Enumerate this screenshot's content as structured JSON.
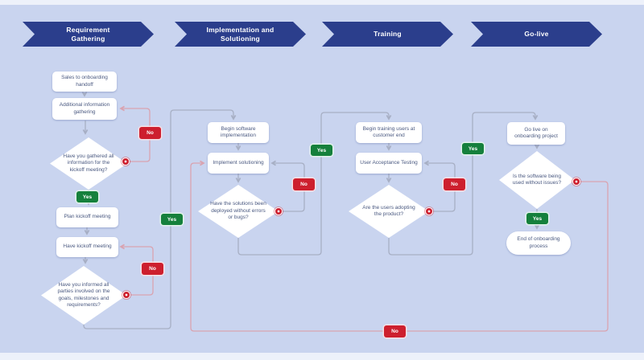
{
  "theme": {
    "bg": "#c9d4ef",
    "edge_strip": "#edf1fa",
    "banner": "#2b3e8c",
    "banner_text": "#ffffff",
    "node_bg": "#ffffff",
    "node_text": "#4a5980",
    "yes_green": "#15803c",
    "no_red": "#cd1f2e",
    "line_gray": "#a7afc4",
    "line_pink": "#d9a3b0"
  },
  "phases": [
    {
      "label": "Requirement Gathering"
    },
    {
      "label": "Implementation and Solutioning"
    },
    {
      "label": "Training"
    },
    {
      "label": "Go-live"
    }
  ],
  "nodes": {
    "sales_handoff": {
      "type": "process",
      "label": "Sales to onboarding handoff"
    },
    "additional_info": {
      "type": "process",
      "label": "Additional information gathering"
    },
    "gathered_info": {
      "type": "decision",
      "label": "Have you gathered all information for the kickoff meeting?"
    },
    "plan_kickoff": {
      "type": "process",
      "label": "Plan kickoff meeting"
    },
    "have_kickoff": {
      "type": "process",
      "label": "Have kickoff meeting"
    },
    "informed_parties": {
      "type": "decision",
      "label": "Have you informed all parties involved on the goals, milestones and requirements?"
    },
    "begin_implementation": {
      "type": "process",
      "label": "Begin software implementation"
    },
    "implement_solutioning": {
      "type": "process",
      "label": "Implement solutioning"
    },
    "solutions_deployed": {
      "type": "decision",
      "label": "Have the solutions been deployed without errors or bugs?"
    },
    "begin_training": {
      "type": "process",
      "label": "Begin training users at customer end"
    },
    "uat": {
      "type": "process",
      "label": "User Acceptance Testing"
    },
    "users_adopting": {
      "type": "decision",
      "label": "Are the users adopting the product?"
    },
    "go_live": {
      "type": "process",
      "label": "Go live on onboarding project"
    },
    "software_no_issues": {
      "type": "decision",
      "label": "Is the software being used without issues?"
    },
    "end_process": {
      "type": "terminator",
      "label": "End of onboarding process"
    }
  },
  "edge_labels": {
    "yes": "Yes",
    "no": "No"
  }
}
